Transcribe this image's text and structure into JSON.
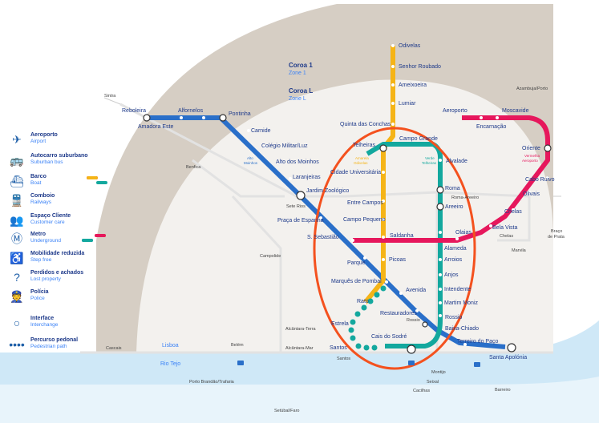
{
  "zones": {
    "zone1_pt": "Coroa 1",
    "zone1_en": "Zone 1",
    "zoneL_pt": "Coroa L",
    "zoneL_en": "Zone L"
  },
  "colors": {
    "blue": "#2a6fc9",
    "yellow": "#f5b417",
    "green": "#13a89e",
    "red": "#e6175c",
    "zone_outer": "#d6cec4",
    "zone_inner": "#f3f1ee",
    "river": "#cfe8f7",
    "text": "#1e3a8a"
  },
  "lines": {
    "blue": [
      "Reboleira",
      "Amadora Este",
      "Alfornelos",
      "Pontinha",
      "Carnide",
      "Colégio Militar/Luz",
      "Alto dos Moinhos",
      "Laranjeiras",
      "Jardim Zoológico",
      "Praça de Espanha",
      "S. Sebastião",
      "Parque",
      "Marquês de Pombal",
      "Avenida",
      "Restauradores",
      "Baixa-Chiado",
      "Terreiro do Paço",
      "Santa Apolónia"
    ],
    "yellow": [
      "Odivelas",
      "Senhor Roubado",
      "Ameixoeira",
      "Lumiar",
      "Quinta das Conchas",
      "Campo Grande",
      "Cidade Universitária",
      "Entre Campos",
      "Campo Pequeno",
      "Saldanha",
      "Picoas",
      "Marquês de Pombal",
      "Rato"
    ],
    "green": [
      "Telheiras",
      "Campo Grande",
      "Alvalade",
      "Roma",
      "Areeiro",
      "Alameda",
      "Arroios",
      "Anjos",
      "Intendente",
      "Martim Moniz",
      "Rossio",
      "Baixa-Chiado",
      "Cais do Sodré"
    ],
    "red": [
      "Aeroporto",
      "Encarnação",
      "Moscavide",
      "Oriente",
      "Cabo Ruivo",
      "Olivais",
      "Chelas",
      "Bela Vista",
      "Olaias",
      "Alameda",
      "Saldanha",
      "S. Sebastião"
    ]
  },
  "stations": {
    "odivelas": "Odivelas",
    "senhor_roubado": "Senhor Roubado",
    "ameixoeira": "Ameixoeira",
    "lumiar": "Lumiar",
    "quinta": "Quinta das Conchas",
    "campo_grande": "Campo Grande",
    "telheiras": "Telheiras",
    "cidade_univ": "Cidade Universitária",
    "entre_campos": "Entre Campos",
    "campo_pequeno": "Campo Pequeno",
    "saldanha": "Saldanha",
    "picoas": "Picoas",
    "marques": "Marquês de Pombal",
    "rato": "Rato",
    "reboleira": "Reboleira",
    "amadora": "Amadora Este",
    "alfornelos": "Alfornelos",
    "pontinha": "Pontinha",
    "carnide": "Carnide",
    "colegio": "Colégio Militar/Luz",
    "alto": "Alto dos Moinhos",
    "laranjeiras": "Laranjeiras",
    "jardim": "Jardim Zoológico",
    "praca": "Praça de Espanha",
    "sebastiao": "S. Sebastião",
    "parque": "Parque",
    "avenida": "Avenida",
    "restauradores": "Restauradores",
    "baixa": "Baixa-Chiado",
    "terreiro": "Terreiro do Paço",
    "apolonia": "Santa Apolónia",
    "alvalade": "Alvalade",
    "roma": "Roma",
    "roma_areeiro": "Roma-Areeiro",
    "areeiro": "Areeiro",
    "alameda": "Alameda",
    "arroios": "Arroios",
    "anjos": "Anjos",
    "intendente": "Intendente",
    "martim": "Martim Moniz",
    "rossio": "Rossio",
    "cais": "Cais do Sodré",
    "aeroporto": "Aeroporto",
    "encarnacao": "Encarnação",
    "moscavide": "Moscavide",
    "oriente": "Oriente",
    "cabo": "Cabo Ruivo",
    "olivais": "Olivais",
    "chelas": "Chelas",
    "chelas_rail": "Chelas",
    "bela_vista": "Bela Vista",
    "olaias": "Olaias",
    "marvila": "Marvila",
    "braco": "Braço",
    "de_prata": "de Prata",
    "estrela": "Estrela",
    "santos": "Santos",
    "santos2": "Santos",
    "sete_rios": "Sete Rios",
    "benfica": "Benfica",
    "campolide": "Campolide",
    "alcantara_terra": "Alcântara-Terra",
    "alcantara_mar": "Alcântara-Mar",
    "belem": "Belém",
    "cascais": "Cascais",
    "lisboa": "Lisboa",
    "rio_tejo": "Rio Tejo",
    "sintra": "Sintra",
    "azambuja": "Azambuja/Porto",
    "porto_brandao": "Porto Brandão/Trafaria",
    "montijo": "Montijo",
    "seixal": "Seixal",
    "cacilhas": "Cacilhas",
    "barreiro": "Barreiro",
    "setubal": "Setúbal/Faro",
    "rossio_rail": "Rossio"
  },
  "logos": {
    "alto_line1": "Alto",
    "alto_line2": "Moinhos",
    "verde_line1": "Verde",
    "verde_line2": "Telheiras",
    "amarela_line1": "Amarela",
    "amarela_line2": "Odivelas",
    "vermelha_line1": "Vermelha",
    "vermelha_line2": "Aeroporto"
  },
  "legend": [
    {
      "icon": "airplane-icon",
      "glyph": "✈",
      "pt": "Aeroporto",
      "en": "Airport"
    },
    {
      "icon": "bus-icon",
      "glyph": "🚌",
      "pt": "Autocarro suburbano",
      "en": "Suburban bus"
    },
    {
      "icon": "boat-icon",
      "glyph": "⛴",
      "pt": "Barco",
      "en": "Boat"
    },
    {
      "icon": "train-icon",
      "glyph": "🚆",
      "pt": "Comboio",
      "en": "Railways"
    },
    {
      "icon": "customer-icon",
      "glyph": "👥",
      "pt": "Espaço Cliente",
      "en": "Customer care"
    },
    {
      "icon": "metro-icon",
      "glyph": "Ⓜ",
      "pt": "Metro",
      "en": "Underground"
    },
    {
      "icon": "wheelchair-icon",
      "glyph": "♿",
      "pt": "Mobilidade reduzida",
      "en": "Step free"
    },
    {
      "icon": "lost-property-icon",
      "glyph": "?",
      "pt": "Perdidos e achados",
      "en": "Lost property"
    },
    {
      "icon": "police-icon",
      "glyph": "👮",
      "pt": "Polícia",
      "en": "Police"
    },
    {
      "icon": "interchange-icon",
      "glyph": "○",
      "pt": "Interface",
      "en": "Interchange"
    },
    {
      "icon": "pedestrian-path-icon",
      "glyph": "••••",
      "pt": "Percurso pedonal",
      "en": "Pedestrian path"
    }
  ]
}
